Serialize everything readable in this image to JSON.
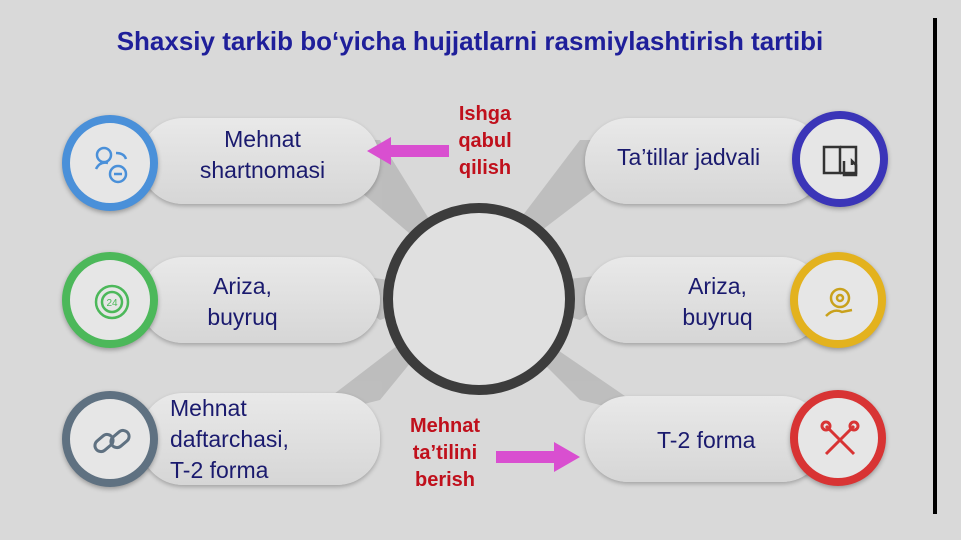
{
  "title": "Shaxsiy tarkib bo‘yicha hujjatlarni rasmiylashtirish tartibi",
  "left_items": [
    {
      "line1": "Mehnat",
      "line2": "shartnomasi",
      "line3": "",
      "icon": "handshake-icon",
      "color": "#4a90d9"
    },
    {
      "line1": "Ariza,",
      "line2": "buyruq",
      "line3": "",
      "icon": "cycle-24-icon",
      "color": "#4cb85a"
    },
    {
      "line1": "Mehnat",
      "line2": "daftarchasi,",
      "line3": "T-2 forma",
      "icon": "chain-link-icon",
      "color": "#5f7181"
    }
  ],
  "right_items": [
    {
      "line1": "Ta’tillar jadvali",
      "line2": "",
      "icon": "book-hand-icon",
      "color": "#3b35b8"
    },
    {
      "line1": "Ariza,",
      "line2": "buyruq",
      "icon": "gear-hand-icon",
      "color": "#e3b21e"
    },
    {
      "line1": "T-2 forma",
      "line2": "",
      "icon": "tools-icon",
      "color": "#d83434"
    }
  ],
  "hiring": {
    "line1": "Ishga",
    "line2": "qabul",
    "line3": "qilish"
  },
  "leave": {
    "line1": "Mehnat",
    "line2": "ta’tilini",
    "line3": "berish"
  },
  "colors": {
    "title": "#1f1f9a",
    "label": "#1a1a6e",
    "red": "#c0101c",
    "arrow": "#d94fd0",
    "ring": "#3c3c3c"
  }
}
